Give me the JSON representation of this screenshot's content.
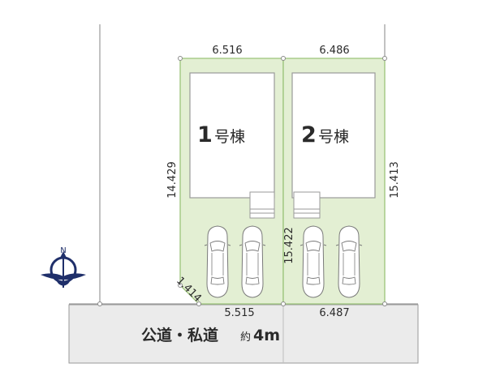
{
  "lots": [
    {
      "name": "lot-1",
      "building_number": "1",
      "building_suffix": "号棟",
      "width_top": "6.516",
      "width_bottom": "5.515",
      "depth_left": "14.429",
      "corner_cut": "1.414"
    },
    {
      "name": "lot-2",
      "building_number": "2",
      "building_suffix": "号棟",
      "width_top": "6.486",
      "width_bottom": "6.487",
      "depth_left": "15.422",
      "depth_right": "15.413"
    }
  ],
  "road": {
    "label": "公道・私道",
    "approx": "約",
    "width": "4m"
  },
  "compass": {
    "north_label": "N"
  },
  "parking_spaces_per_lot": 2,
  "colors": {
    "lot_fill": "#e3efd3",
    "lot_border": "#9cc47a",
    "road_fill": "#ebebeb",
    "compass": "#1f2f6a"
  }
}
